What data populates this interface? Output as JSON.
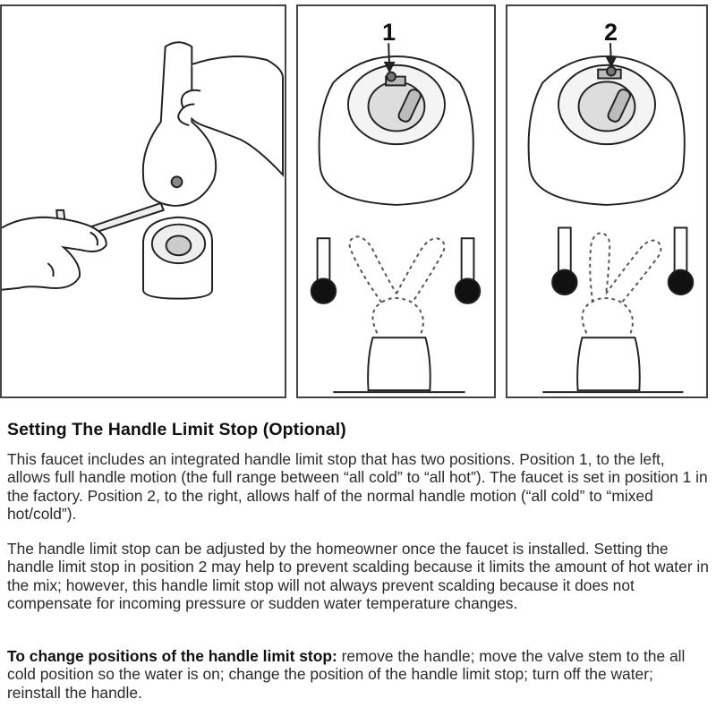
{
  "figure": {
    "position_1_label": "1",
    "position_2_label": "2"
  },
  "section": {
    "title": "Setting The Handle Limit Stop (Optional)",
    "para1": "This faucet includes an integrated handle limit stop that has two positions. Position 1, to the left, allows full handle motion (the full range between “all cold” to “all hot”). The faucet is set in position 1 in the factory. Position 2, to the right, allows half of the normal handle motion (“all cold” to “mixed hot/cold”).",
    "para2": "The handle limit stop can be adjusted by the homeowner once the faucet is installed. Setting the handle limit stop in position 2 may help to prevent scalding because it limits the amount of hot water in the mix; however, this handle limit stop will not always prevent scalding because it does not compensate for incoming pressure or sudden water temperature changes.",
    "para3_lead": "To change positions of the handle limit stop:",
    "para3_rest": " remove the handle; move the valve stem to the all cold position so the water is on; change the position of the handle limit stop; turn off the water; reinstall the handle."
  }
}
